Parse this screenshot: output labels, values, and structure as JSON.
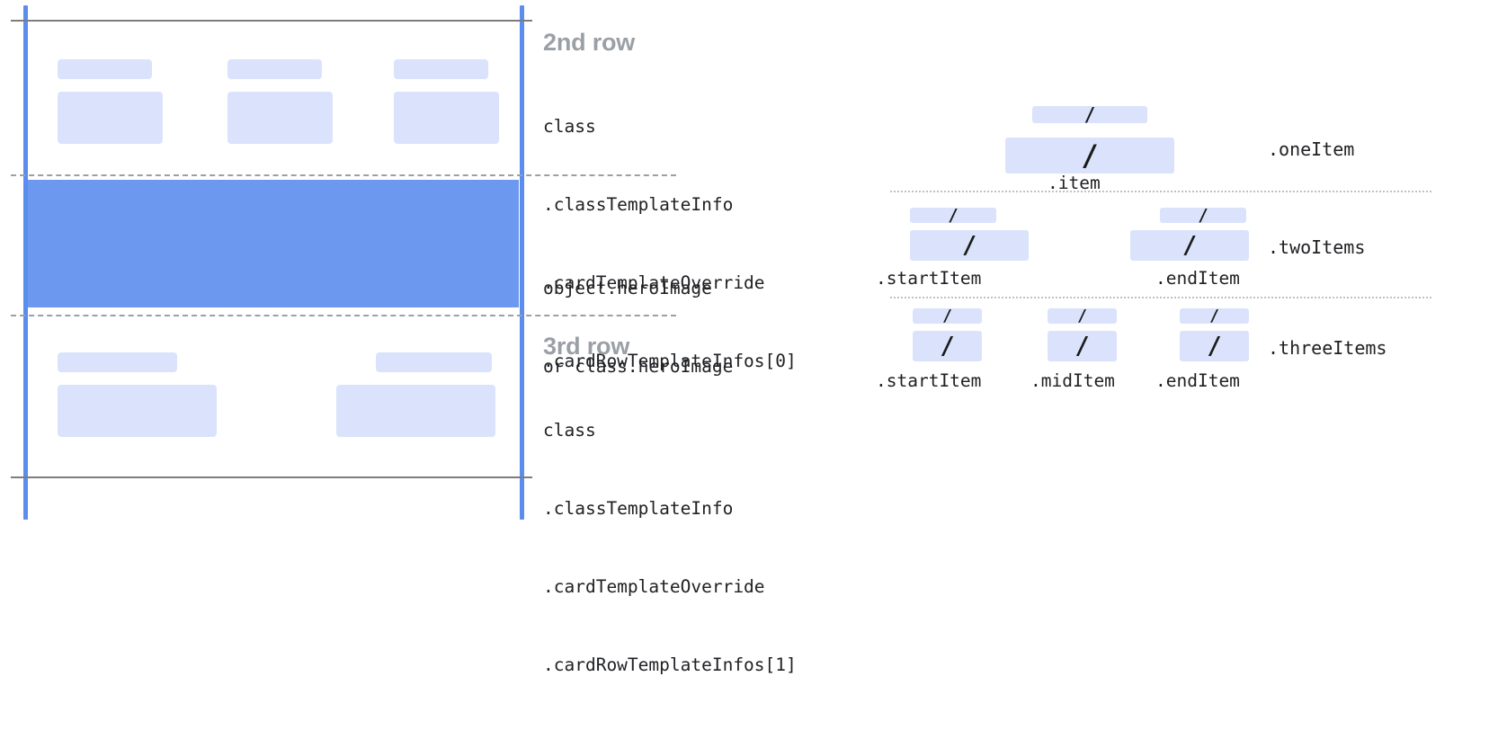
{
  "colors": {
    "rail": "#5b8dee",
    "hero_band": "#6d98ef",
    "placeholder_chip": "#dae3fb",
    "solid_rule": "#7d7d7d",
    "dashed_rule": "#9aa0a6",
    "dotted_rule": "#bdc1c6",
    "heading_text": "#9aa0a6",
    "body_text": "#202124",
    "background": "#ffffff"
  },
  "card_diagram": {
    "name": "card-template-rows",
    "rows": [
      {
        "id": "second-row",
        "title": "2nd row",
        "code_lines": [
          "class",
          ".classTemplateInfo",
          ".cardTemplateOverride",
          ".cardRowTemplateInfos[0]"
        ],
        "columns": 3
      },
      {
        "id": "hero-row",
        "title": "",
        "code_lines": [
          "object.heroImage",
          "or class.heroImage"
        ],
        "columns": 0
      },
      {
        "id": "third-row",
        "title": "3rd row",
        "code_lines": [
          "class",
          ".classTemplateInfo",
          ".cardTemplateOverride",
          ".cardRowTemplateInfos[1]"
        ],
        "columns": 2
      }
    ]
  },
  "item_diagram": {
    "name": "row-item-layouts",
    "slash_glyph": "/",
    "groups": [
      {
        "id": "one-item",
        "group_label": ".oneItem",
        "items": [
          {
            "label": ".item"
          }
        ]
      },
      {
        "id": "two-items",
        "group_label": ".twoItems",
        "items": [
          {
            "label": ".startItem"
          },
          {
            "label": ".endItem"
          }
        ]
      },
      {
        "id": "three-items",
        "group_label": ".threeItems",
        "items": [
          {
            "label": ".startItem"
          },
          {
            "label": ".midItem"
          },
          {
            "label": ".endItem"
          }
        ]
      }
    ]
  }
}
